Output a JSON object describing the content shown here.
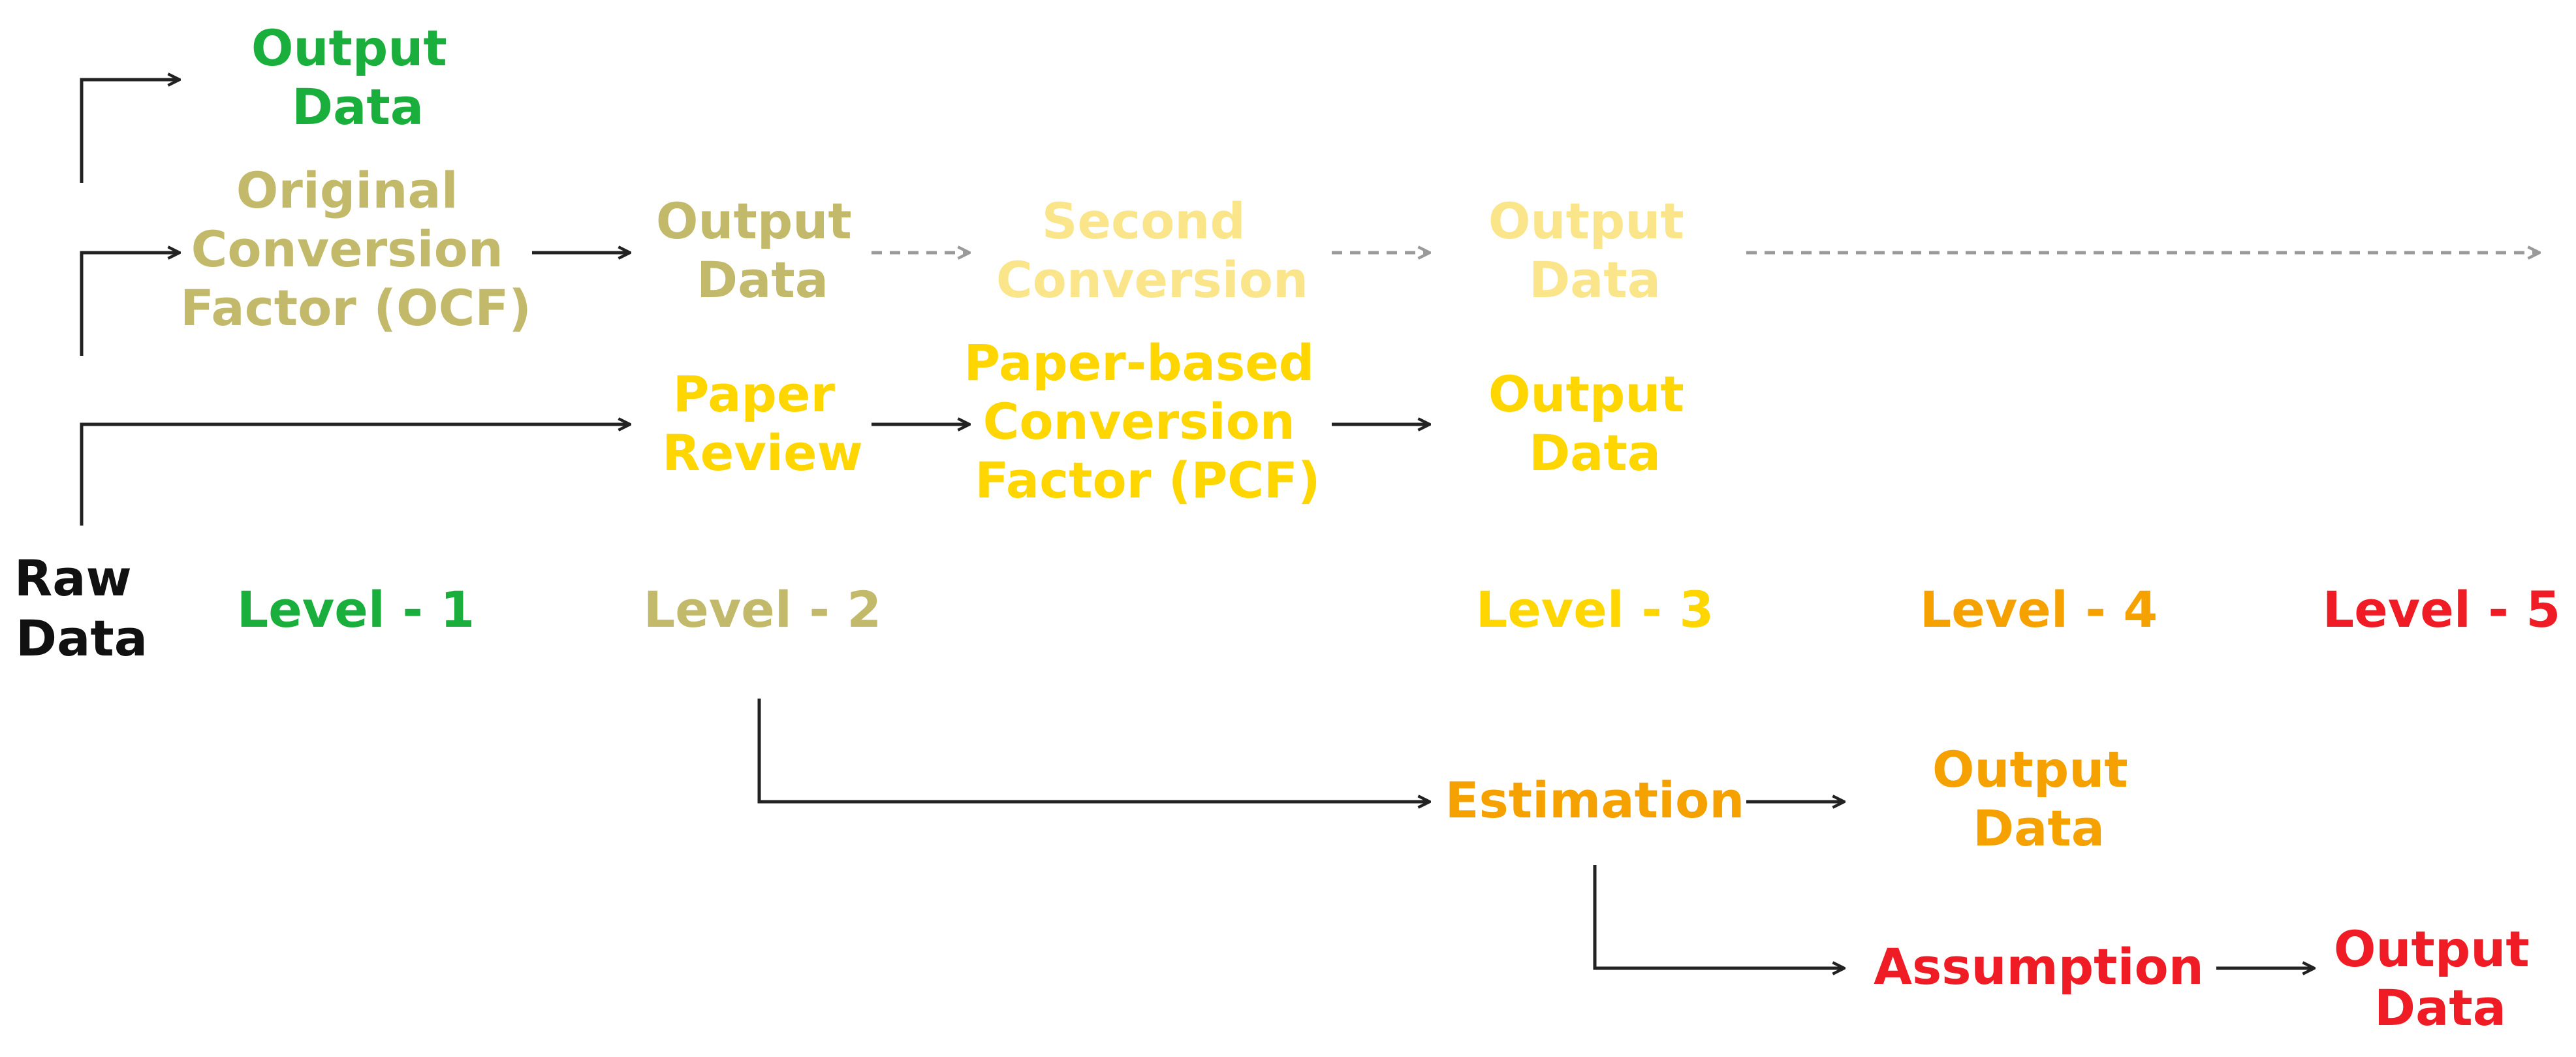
{
  "colors": {
    "black": "#111111",
    "arrow_solid": "#222222",
    "arrow_dashed": "#9a9a9a",
    "level1_green": "#1aaf3c",
    "level2_olive": "#c2b96a",
    "level3_yellow": "#ffd600",
    "faded_yellow": "#fbe58a",
    "level4_orange": "#f5a100",
    "level5_red": "#ef1c25"
  },
  "root": {
    "line1": "Raw",
    "line2": "Data"
  },
  "levels": {
    "l1": "Level - 1",
    "l2": "Level - 2",
    "l3": "Level - 3",
    "l4": "Level - 4",
    "l5": "Level - 5"
  },
  "nodes": {
    "l1_output": {
      "line1": "Output",
      "line2": "Data"
    },
    "ocf": {
      "line1": "Original",
      "line2": "Conversion",
      "line3": "Factor (OCF)"
    },
    "ocf_output": {
      "line1": "Output",
      "line2": "Data"
    },
    "second_conversion": {
      "line1": "Second",
      "line2": "Conversion"
    },
    "second_output": {
      "line1": "Output",
      "line2": "Data"
    },
    "paper_review": {
      "line1": "Paper",
      "line2": "Review"
    },
    "pcf": {
      "line1": "Paper-based",
      "line2": "Conversion",
      "line3": "Factor (PCF)"
    },
    "pcf_output": {
      "line1": "Output",
      "line2": "Data"
    },
    "estimation": {
      "line1": "Estimation"
    },
    "estimation_output": {
      "line1": "Output",
      "line2": "Data"
    },
    "assumption": {
      "line1": "Assumption"
    },
    "assumption_output": {
      "line1": "Output",
      "line2": "Data"
    }
  }
}
